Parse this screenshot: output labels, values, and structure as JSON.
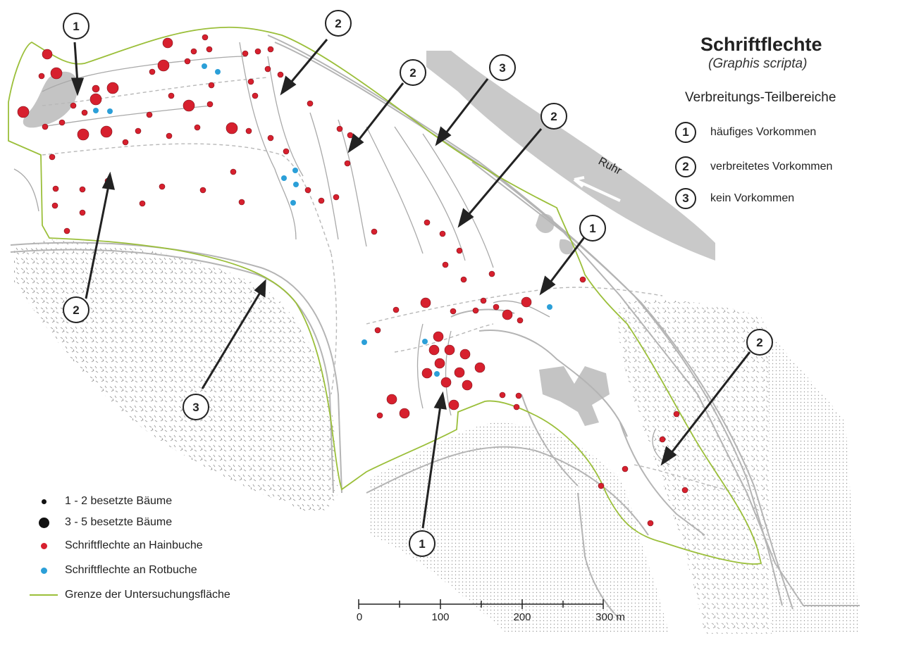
{
  "title": "Schriftflechte",
  "subtitle": "(Graphis scripta)",
  "areas_heading": "Verbreitungs-Teilbereiche",
  "areas": [
    {
      "num": "1",
      "label": "häufiges Vorkommen"
    },
    {
      "num": "2",
      "label": "verbreitetes Vorkommen"
    },
    {
      "num": "3",
      "label": "kein Vorkommen"
    }
  ],
  "river_label": "Ruhr",
  "legend": [
    {
      "key": "small",
      "label": "1 - 2  besetzte Bäume"
    },
    {
      "key": "large",
      "label": "3 - 5  besetzte Bäume"
    },
    {
      "key": "hainbuche",
      "label": "Schriftflechte an Hainbuche"
    },
    {
      "key": "rotbuche",
      "label": "Schriftflechte an Rotbuche"
    },
    {
      "key": "boundary",
      "label": "Grenze der Untersuchungsfläche"
    }
  ],
  "scale": {
    "ticks": [
      "0",
      "100",
      "200",
      "300 m"
    ]
  },
  "colors": {
    "hainbuche": "#d7202e",
    "rotbuche": "#2b9fd8",
    "boundary": "#9bbf3a",
    "river": "#c9c9c9",
    "paths": "#b4b4b4",
    "marker": "#222222"
  },
  "map_labels": [
    "1",
    "2",
    "2",
    "3",
    "2",
    "1",
    "2",
    "2",
    "3",
    "1"
  ]
}
